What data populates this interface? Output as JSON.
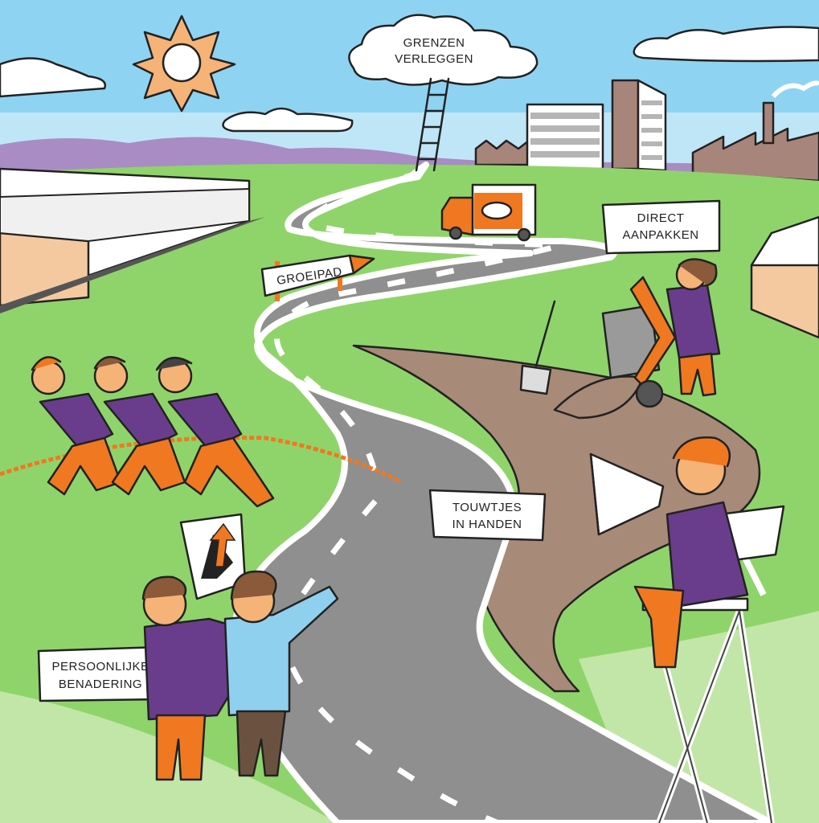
{
  "labels": {
    "cloud_line1": "GRENZEN",
    "cloud_line2": "VERLEGGEN",
    "direct_line1": "DIRECT",
    "direct_line2": "AANPAKKEN",
    "groeipad": "GROEIPAD",
    "touwtjes_line1": "TOUWTJES",
    "touwtjes_line2": "IN HANDEN",
    "persoonlijke_line1": "PERSOONLIJKE",
    "persoonlijke_line2": "BENADERING"
  },
  "colors": {
    "sky": "#8fd3f2",
    "grass": "#8fd46a",
    "road": "#9a9a9a",
    "dirt": "#a88a78",
    "orange": "#f07820",
    "purple": "#6a3d8c",
    "light_blue": "#8fd0ee"
  }
}
